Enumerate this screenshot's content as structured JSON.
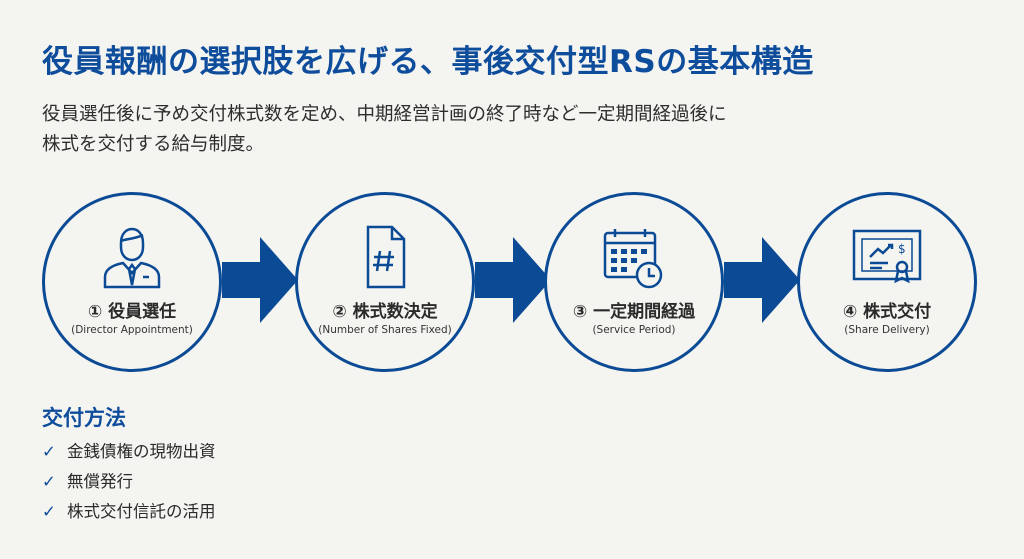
{
  "title": "役員報酬の選択肢を広げる、事後交付型RSの基本構造",
  "description": [
    "役員選任後に予め交付株式数を定め、中期経営計画の終了時など一定期間経過後に",
    "株式を交付する給与制度。"
  ],
  "steps": [
    {
      "label": "① 役員選任",
      "sublabel": "(Director Appointment)",
      "icon": "person-icon"
    },
    {
      "label": "② 株式数決定",
      "sublabel": "(Number of Shares Fixed)",
      "icon": "document-hash-icon"
    },
    {
      "label": "③ 一定期間経過",
      "sublabel": "(Service Period)",
      "icon": "calendar-clock-icon"
    },
    {
      "label": "④ 株式交付",
      "sublabel": "(Share Delivery)",
      "icon": "certificate-icon"
    }
  ],
  "methods": {
    "heading": "交付方法",
    "items": [
      "金銭債権の現物出資",
      "無償発行",
      "株式交付信託の活用"
    ]
  },
  "colors": {
    "accent": "#0b4a94",
    "background": "#f4f4f1"
  }
}
